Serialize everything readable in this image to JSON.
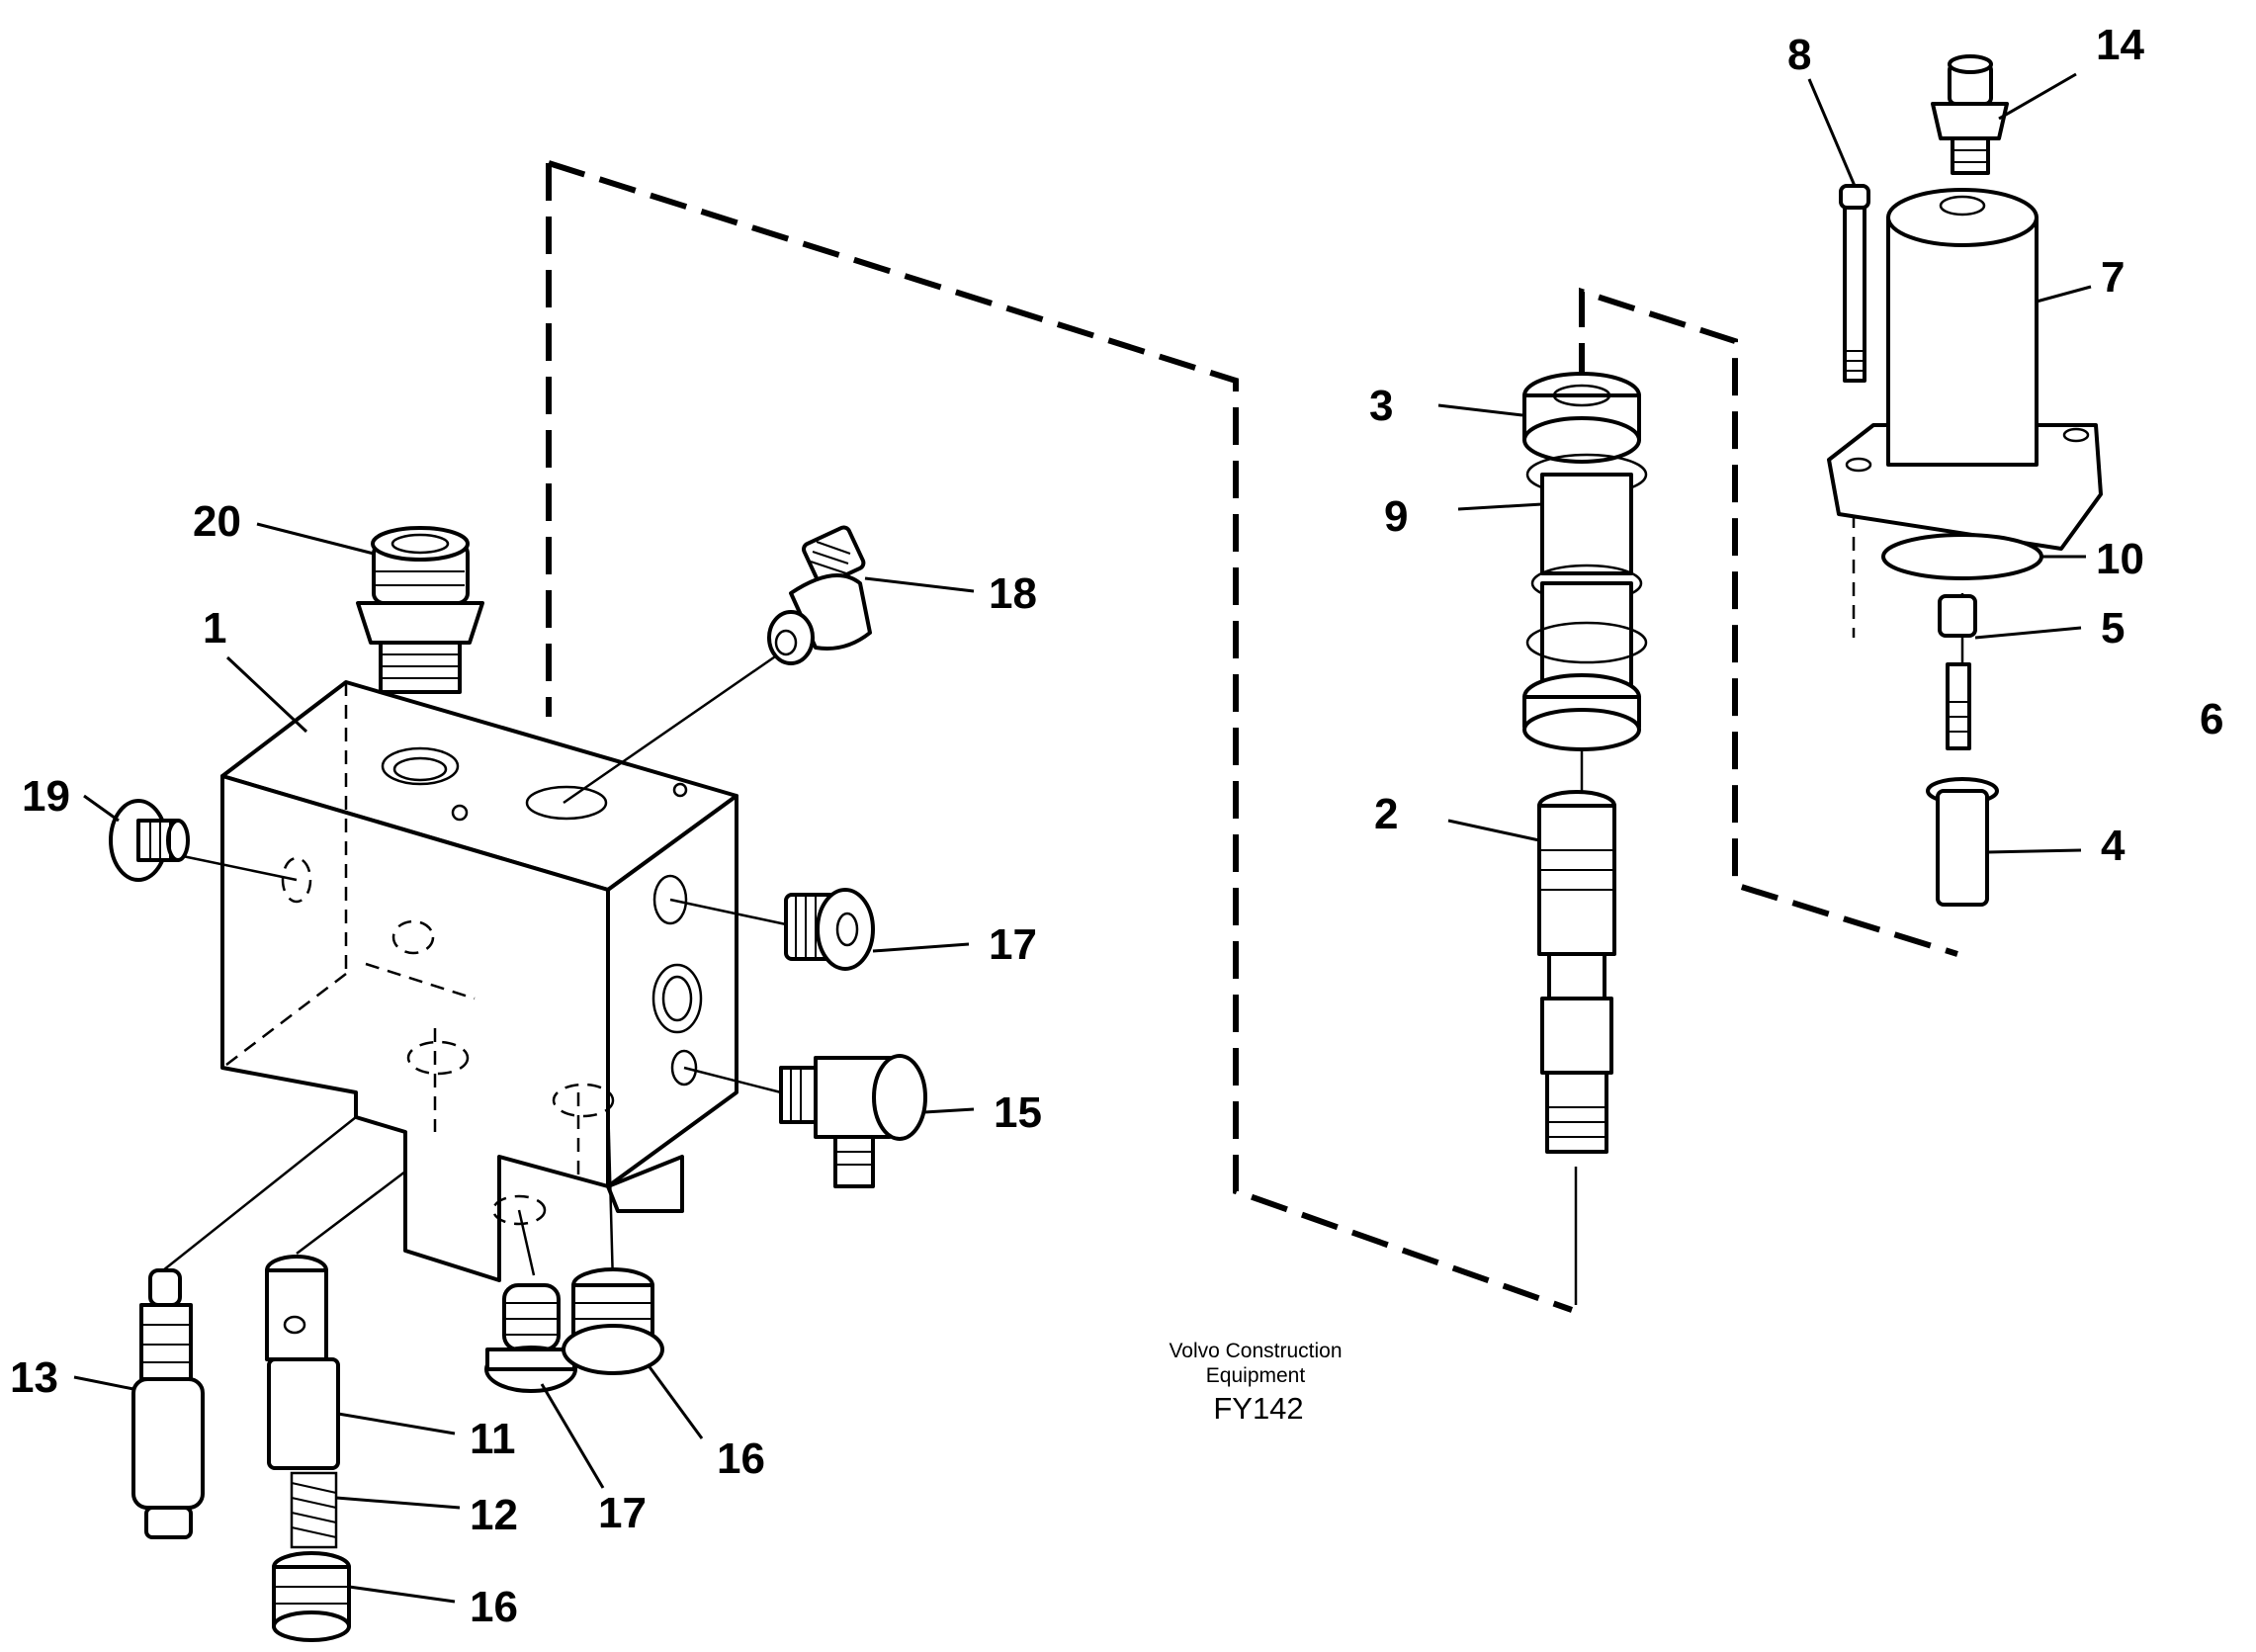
{
  "callouts": {
    "c1": "1",
    "c2": "2",
    "c3": "3",
    "c4": "4",
    "c5": "5",
    "c6": "6",
    "c7": "7",
    "c8": "8",
    "c9": "9",
    "c10": "10",
    "c11": "11",
    "c12": "12",
    "c13": "13",
    "c14": "14",
    "c15": "15",
    "c16a": "16",
    "c16b": "16",
    "c17a": "17",
    "c17b": "17",
    "c18": "18",
    "c19": "19",
    "c20": "20"
  },
  "credit": {
    "line1": "Volvo Construction",
    "line2": "Equipment",
    "code": "FY142"
  }
}
